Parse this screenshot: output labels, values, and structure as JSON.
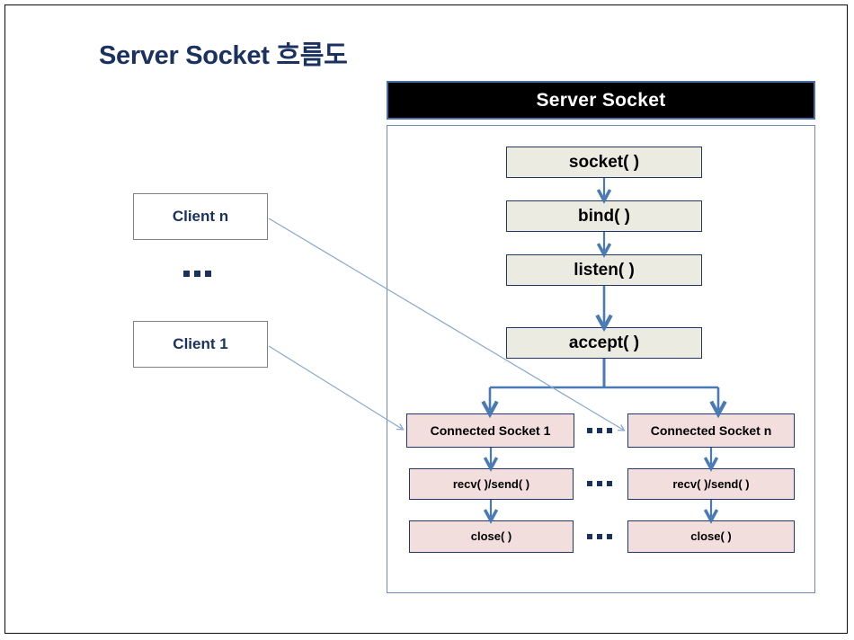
{
  "slide": {
    "title": "Server Socket 흐름도",
    "title_color": "#1b3260",
    "background": "#ffffff",
    "frame_color": "#0d0d0d"
  },
  "panel": {
    "header_label": "Server Socket",
    "header_bg": "#000000",
    "header_text_color": "#ffffff",
    "header_border": "#4a6da7",
    "body_border": "#7089b4"
  },
  "clients": {
    "top_label": "Client n",
    "bottom_label": "Client 1",
    "ellipsis": "•••",
    "box_bg": "#ffffff",
    "box_border": "#808080",
    "text_color": "#1b3260"
  },
  "server_flow": {
    "box_bg": "#ecebe2",
    "box_border": "#22366a",
    "steps": [
      {
        "label": "socket( )"
      },
      {
        "label": "bind( )"
      },
      {
        "label": "listen( )"
      },
      {
        "label": "accept( )"
      }
    ]
  },
  "connections": {
    "box_bg": "#f2dedd",
    "box_border": "#22366a",
    "ellipsis": "•••",
    "columns": [
      {
        "socket_label": "Connected Socket 1",
        "io_label": "recv( )/send( )",
        "close_label": "close( )"
      },
      {
        "socket_label": "Connected Socket n",
        "io_label": "recv( )/send( )",
        "close_label": "close( )"
      }
    ]
  },
  "arrows": {
    "flow_color": "#4a7ab5",
    "client_link_color": "#8aa8cf"
  }
}
